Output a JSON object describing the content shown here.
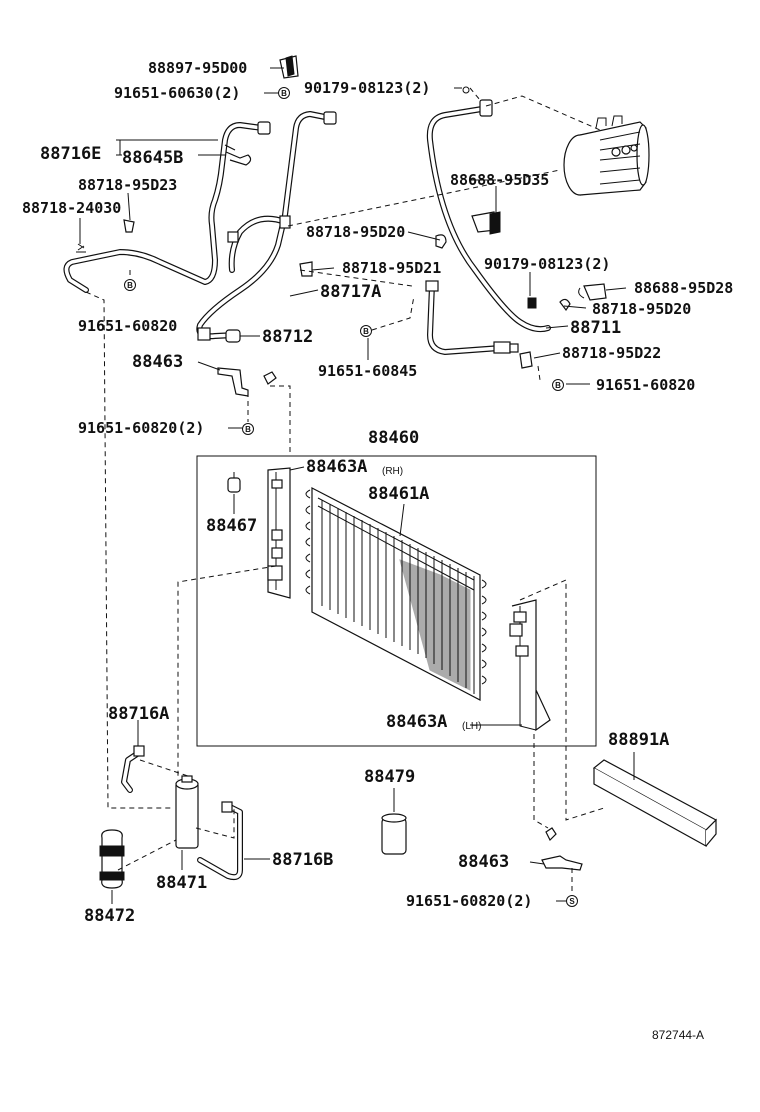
{
  "labels": {
    "p88897": "88897-95D00",
    "p91651_630": "91651-60630(2)",
    "p90179_a": "90179-08123(2)",
    "p88716E": "88716E",
    "p88645B": "88645B",
    "p88688_35": "88688-95D35",
    "p88718_23": "88718-95D23",
    "p88718_24030": "88718-24030",
    "p88718_20a": "88718-95D20",
    "p90179_b": "90179-08123(2)",
    "p88718_21": "88718-95D21",
    "p88688_28": "88688-95D28",
    "p88717A": "88717A",
    "p88718_20b": "88718-95D20",
    "p91651_820a": "91651-60820",
    "p88712": "88712",
    "p88711": "88711",
    "p91651_845": "91651-60845",
    "p88718_22": "88718-95D22",
    "p88463a": "88463",
    "p91651_820b": "91651-60820",
    "p91651_820c": "91651-60820(2)",
    "p88460": "88460",
    "p88463A_rh": "88463A",
    "rh": "(RH)",
    "p88461A": "88461A",
    "p88467": "88467",
    "p88463A_lh": "88463A",
    "lh": "(LH)",
    "p88716A": "88716A",
    "p88891A": "88891A",
    "p88479": "88479",
    "p88716B": "88716B",
    "p88471": "88471",
    "p88463b": "88463",
    "p91651_820d": "91651-60820(2)",
    "p88472": "88472",
    "ref": "872744-A"
  }
}
